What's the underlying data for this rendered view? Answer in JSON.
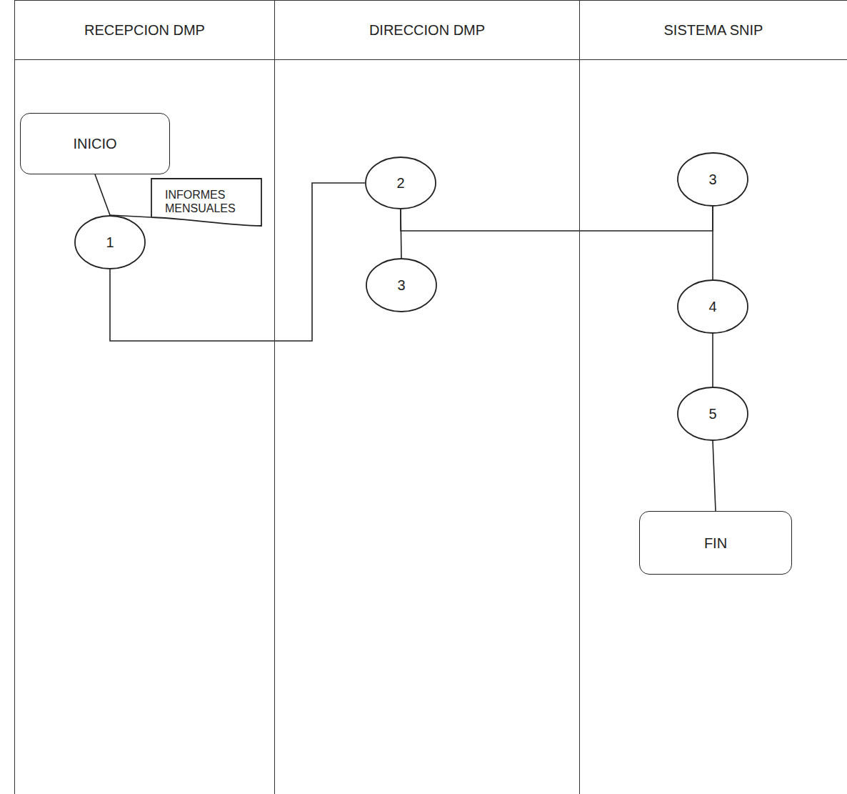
{
  "diagram": {
    "nodes": [
      {
        "text": [
          "RECEPCION DMP"
        ]
      },
      {
        "text": [
          "DIRECCION DMP"
        ]
      },
      {
        "text": [
          "SISTEMA SNIP"
        ]
      },
      {
        "text": [
          "INICIO"
        ],
        "in": 0
      },
      {
        "text": [
          "INFORMES MENSUALES"
        ],
        "in": 0
      },
      {
        "text": [
          "1"
        ],
        "in": 0
      },
      {
        "text": [
          "2"
        ],
        "in": 1
      },
      {
        "text": [
          "3"
        ],
        "in": 1
      },
      {
        "text": [
          "3"
        ],
        "in": 2
      },
      {
        "text": [
          "4"
        ],
        "in": 2
      },
      {
        "text": [
          "5"
        ],
        "in": 2
      },
      {
        "text": [
          "FIN"
        ],
        "in": 2
      }
    ],
    "edges": [
      {
        "from": 3,
        "to": 5,
        "arrow": "none"
      },
      {
        "from": 4,
        "to": 5,
        "arrow": "none"
      },
      {
        "from": 5,
        "to": 6,
        "arrow": "none"
      },
      {
        "from": 6,
        "to": 7,
        "arrow": "none"
      },
      {
        "from": 6,
        "to": 8,
        "arrow": "none"
      },
      {
        "from": 8,
        "to": 9,
        "arrow": "none"
      },
      {
        "from": 9,
        "to": 10,
        "arrow": "none"
      },
      {
        "from": 10,
        "to": 11,
        "arrow": "none"
      }
    ]
  }
}
